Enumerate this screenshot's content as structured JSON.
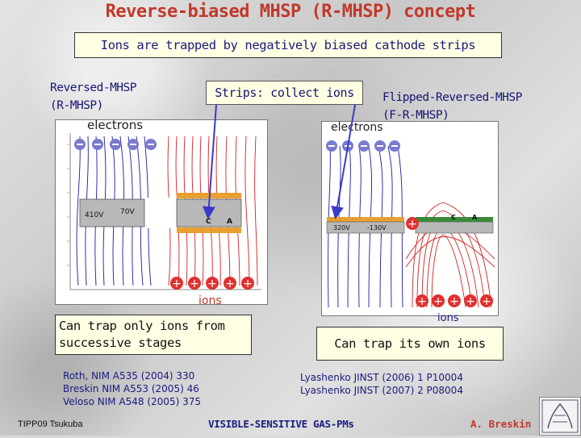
{
  "title": "Reverse-biased MHSP (R-MHSP) concept",
  "subtitle": "Ions are trapped by negatively biased cathode strips",
  "labels": {
    "rmhsp_line1": "Reversed-MHSP",
    "rmhsp_line2": "(R-MHSP)",
    "frmhsp_line1": "Flipped-Reversed-MHSP",
    "frmhsp_line2": "(F-R-MHSP)",
    "strips": "Strips: collect ions"
  },
  "left_figure": {
    "top_label": "electrons",
    "bottom_label": "ions",
    "voltage_a": "410V",
    "voltage_b": "70V",
    "electrode_c": "C",
    "electrode_a": "A"
  },
  "right_figure": {
    "top_label": "electrons",
    "bottom_label": "ions",
    "voltage_a": "320V",
    "voltage_b": "-130V",
    "electrode_c": "C",
    "electrode_a": "A"
  },
  "captions": {
    "left_line1": "Can trap only ions from",
    "left_line2": "successive stages",
    "right": "Can trap its own ions"
  },
  "refs_left": [
    "Roth, NIM A535 (2004) 330",
    "Breskin NIM A553 (2005) 46",
    "Veloso NIM A548 (2005) 375"
  ],
  "refs_right": [
    "Lyashenko JINST (2006) 1 P10004",
    "Lyashenko JINST (2007) 2 P08004"
  ],
  "footer": {
    "left": "TIPP09 Tsukuba",
    "center": "VISIBLE-SENSITIVE GAS-PMs",
    "right": "A. Breskin"
  },
  "colors": {
    "title": "#c0392b",
    "text_blue": "#151572",
    "caption_bg": "#ffffe4",
    "field_lines_red": "#d42020",
    "field_lines_blue": "#1a1aa0",
    "electrode_gray": "#b8b8b8",
    "electrode_orange": "#e8a030",
    "arrow": "#3a3acc"
  }
}
